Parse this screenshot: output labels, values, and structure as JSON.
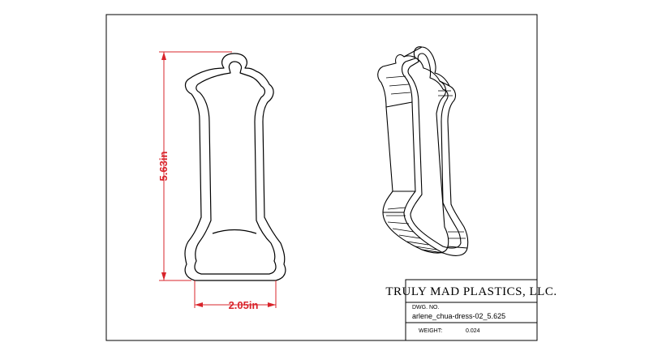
{
  "dimensions": {
    "height_label": "5.63in",
    "width_label": "2.05in"
  },
  "title_block": {
    "company": "TRULY MAD PLASTICS, LLC.",
    "dwg_no_label": "DWG. NO.",
    "dwg_no_value": "arlene_chua-dress-02_5.625",
    "weight_label": "WEIGHT:",
    "weight_value": "0.024"
  },
  "colors": {
    "dimension": "#d9242b",
    "line": "#000000"
  }
}
